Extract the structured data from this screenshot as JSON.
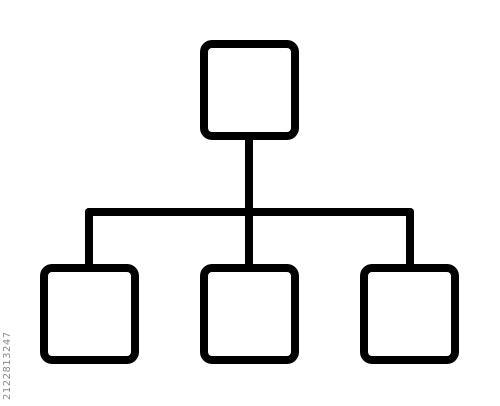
{
  "diagram": {
    "type": "hierarchy",
    "nodes": [
      {
        "id": "root",
        "label": ""
      },
      {
        "id": "child-left",
        "label": ""
      },
      {
        "id": "child-middle",
        "label": ""
      },
      {
        "id": "child-right",
        "label": ""
      }
    ],
    "edges": [
      {
        "from": "root",
        "to": "child-left"
      },
      {
        "from": "root",
        "to": "child-middle"
      },
      {
        "from": "root",
        "to": "child-right"
      }
    ],
    "stroke_color": "#000000",
    "background_color": "#ffffff"
  },
  "watermark": {
    "text": "2122813247"
  }
}
